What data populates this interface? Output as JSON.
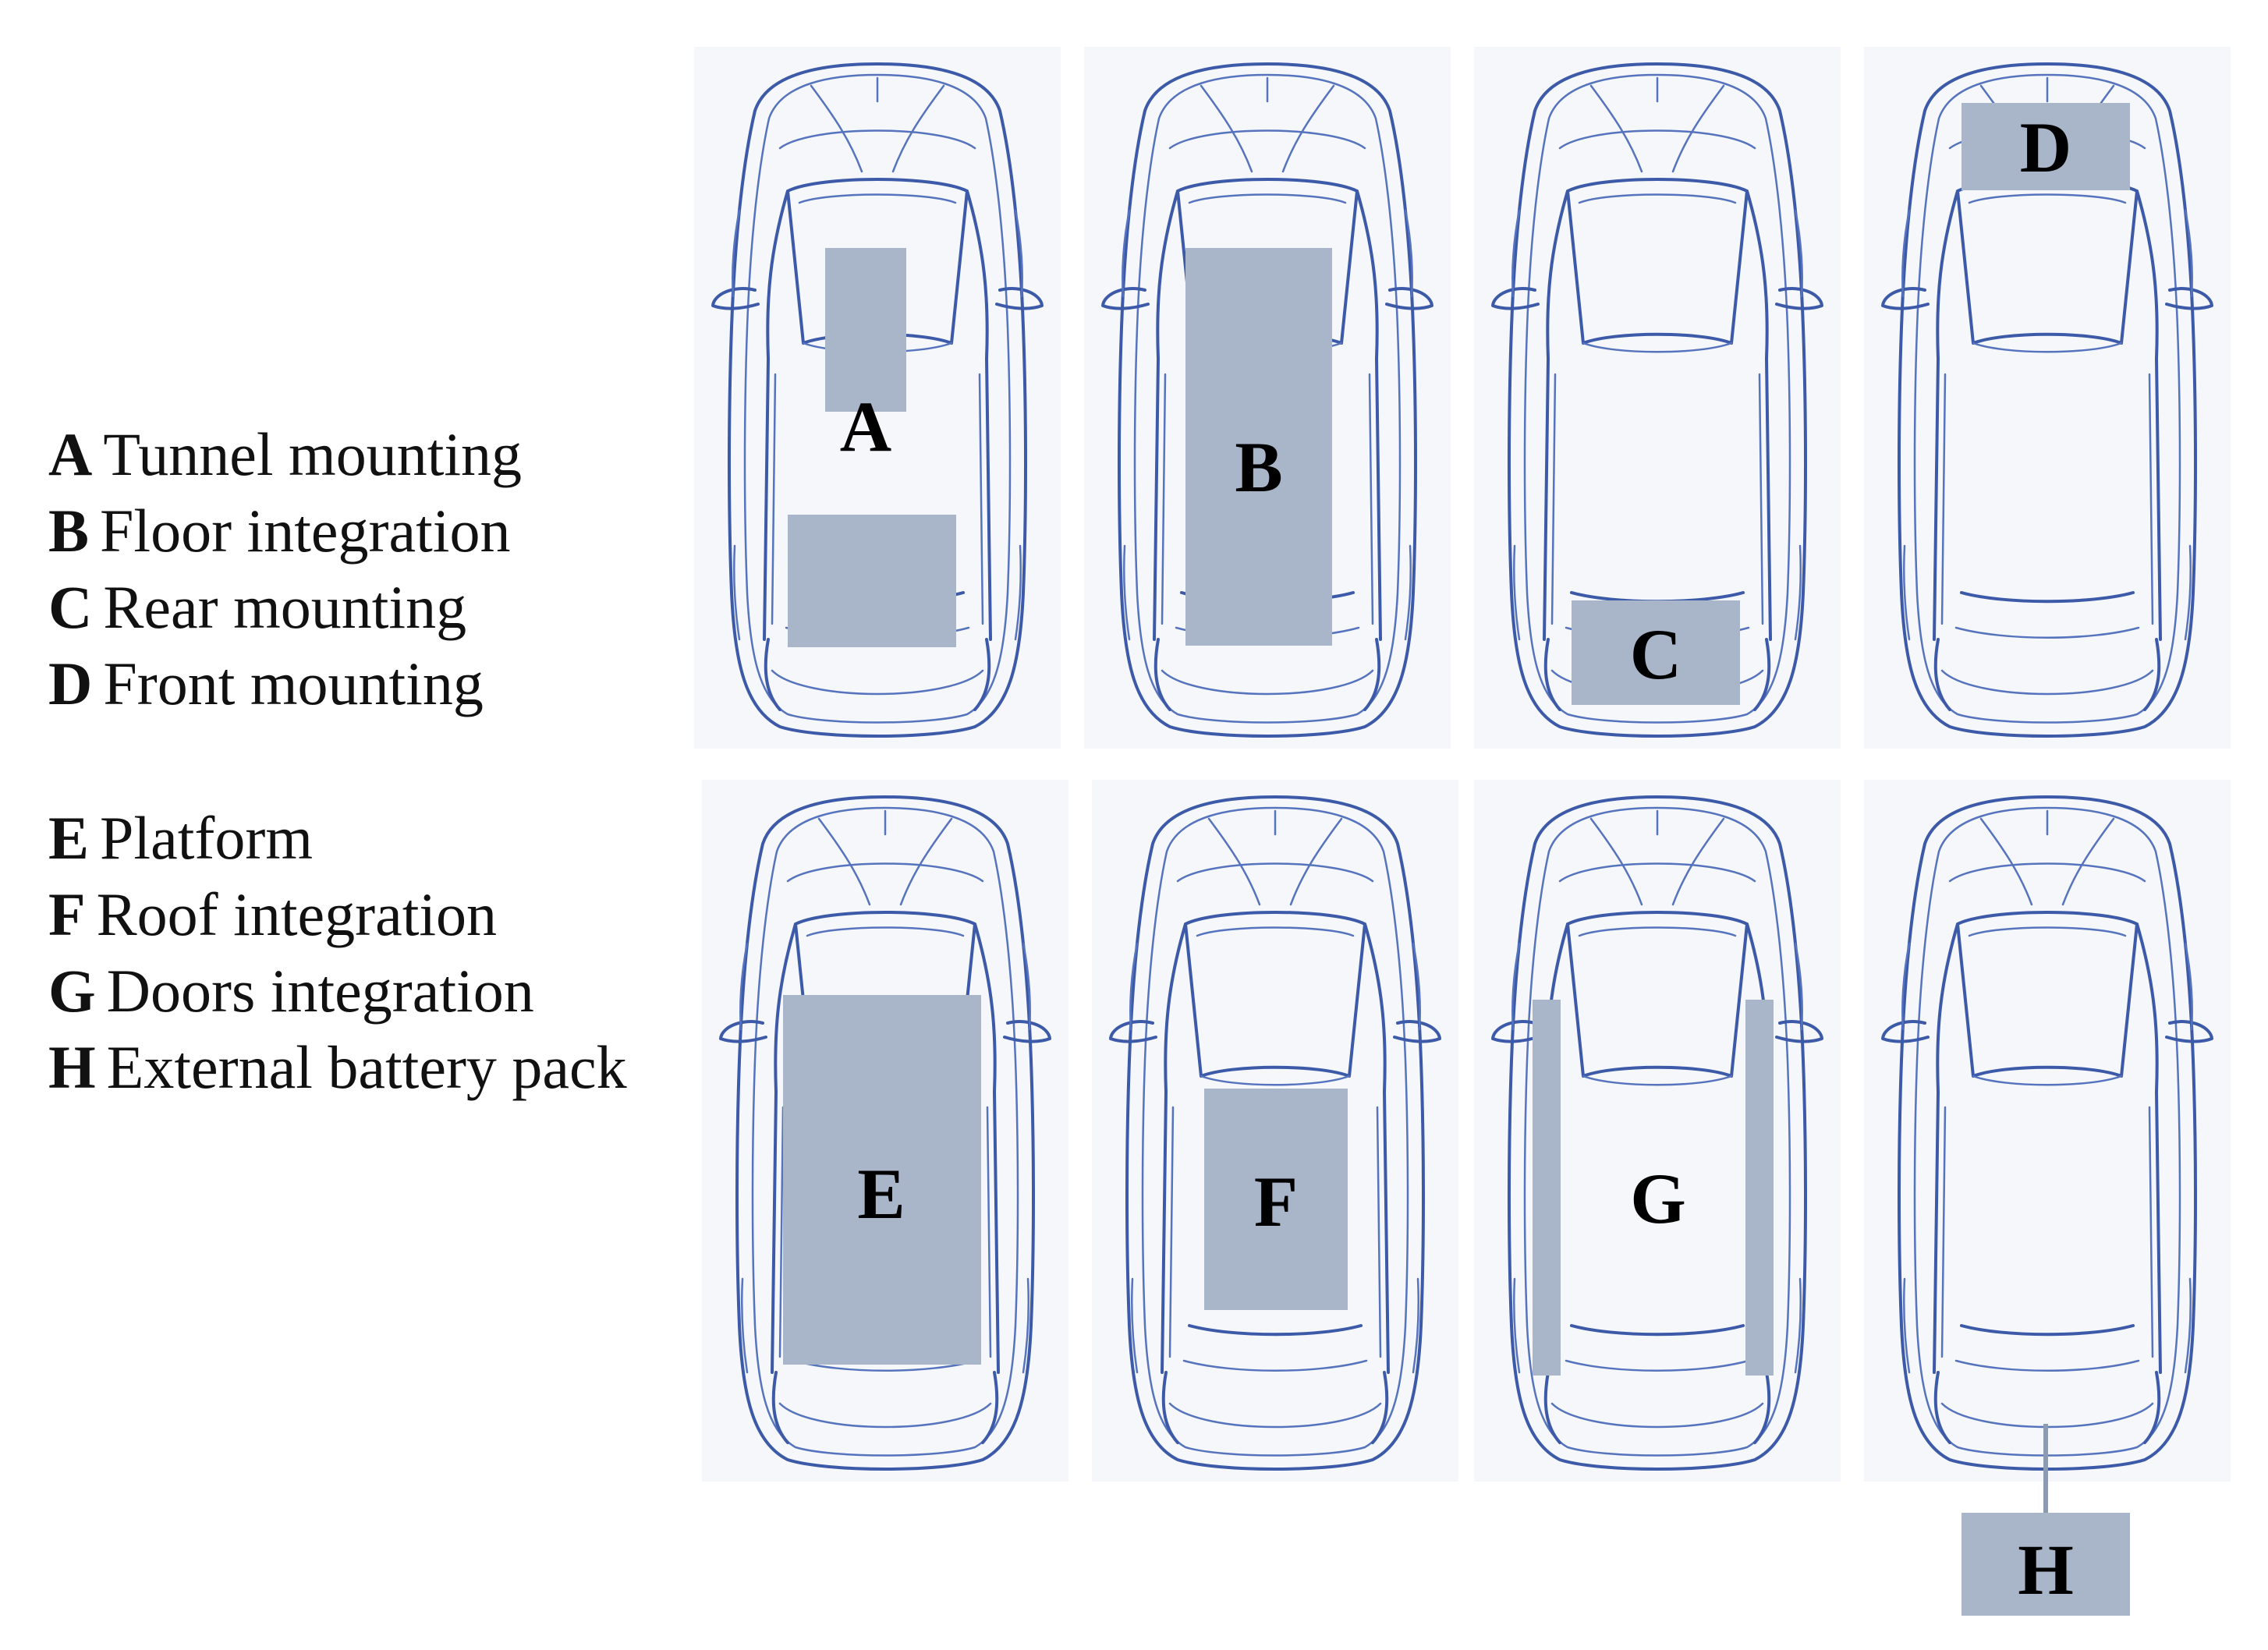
{
  "legend_top": [
    {
      "key": "A",
      "label": "Tunnel mounting"
    },
    {
      "key": "B",
      "label": "Floor integration"
    },
    {
      "key": "C",
      "label": "Rear mounting"
    },
    {
      "key": "D",
      "label": "Front mounting"
    }
  ],
  "legend_bottom": [
    {
      "key": "E",
      "label": "Platform"
    },
    {
      "key": "F",
      "label": "Roof integration"
    },
    {
      "key": "G",
      "label": "Doors integration"
    },
    {
      "key": "H",
      "label": "External battery pack"
    }
  ],
  "cars": [
    {
      "id": "A",
      "letter": "A"
    },
    {
      "id": "B",
      "letter": "B"
    },
    {
      "id": "C",
      "letter": "C"
    },
    {
      "id": "D",
      "letter": "D"
    },
    {
      "id": "E",
      "letter": "E"
    },
    {
      "id": "F",
      "letter": "F"
    },
    {
      "id": "G",
      "letter": "G"
    },
    {
      "id": "H",
      "letter": "H"
    }
  ],
  "colors": {
    "car_outline": "#3c5aa8",
    "battery_fill": "#a9b5c8",
    "panel_background": "#f6f7fb"
  }
}
